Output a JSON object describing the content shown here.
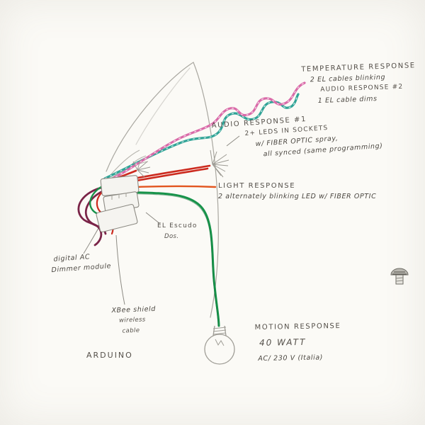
{
  "colors": {
    "pink": "#d96aa8",
    "teal": "#2fa396",
    "green": "#17934a",
    "green_dark": "#0d6b33",
    "red": "#cc2a1e",
    "orange": "#e2551f",
    "maroon": "#7a2448",
    "pencil": "#a9a7a0",
    "pencil_dark": "#8d8b84"
  },
  "annotations": {
    "temperature": {
      "line1": "TEMPERATURE RESPONSE",
      "line2": "2  EL cables  blinking",
      "line3": "AUDIO RESPONSE #2",
      "line4": "1 EL cable  dims"
    },
    "audio1": {
      "line1": "AUDIO RESPONSE #1",
      "line2": "2+ LEDS IN SOCKETS",
      "line3": "w/ FIBER OPTIC spray,",
      "line4": "all synced (same programming)"
    },
    "light": {
      "line1": "LIGHT RESPONSE",
      "line2": "2 alternately blinking LED w/ FIBER OPTIC"
    },
    "el_escudo": {
      "line1": "EL Escudo",
      "line2": "Dos."
    },
    "dimmer": {
      "line1": "digital AC",
      "line2": "Dimmer module"
    },
    "xbee": {
      "line1": "XBee shield",
      "line2": "wireless",
      "line3": "cable"
    },
    "arduino": {
      "line1": "ARDUINO"
    },
    "motion": {
      "line1": "MOTION RESPONSE",
      "line2": "40 WATT",
      "line3": "AC/ 230 V (Italia)"
    }
  }
}
